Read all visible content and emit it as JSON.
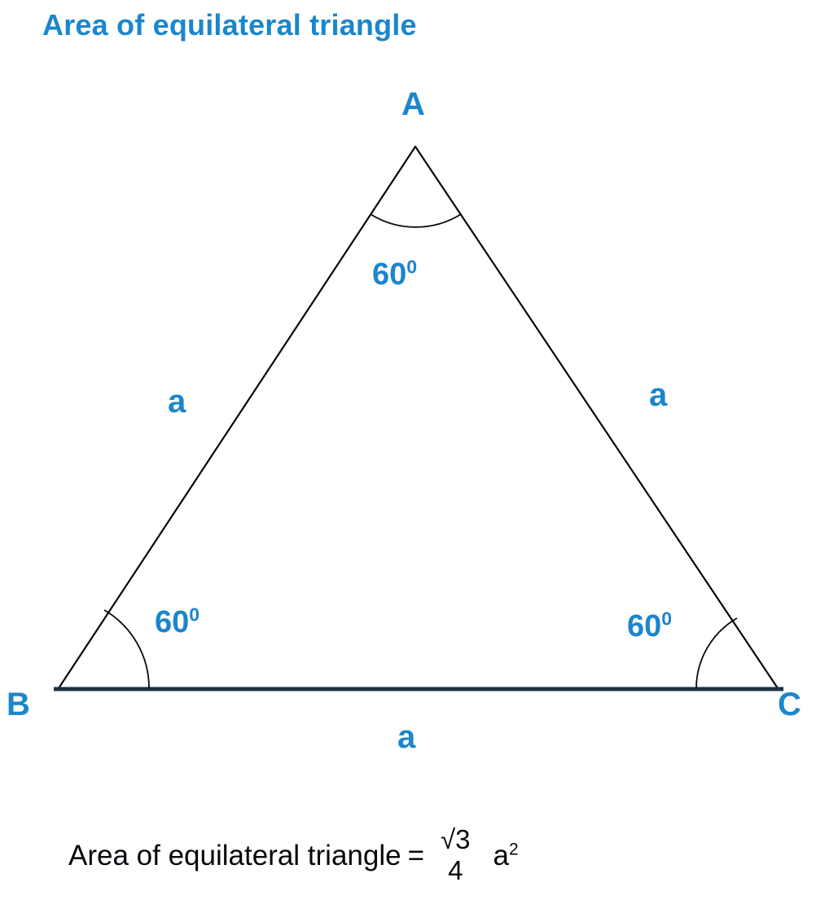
{
  "title": "Area of equilateral triangle",
  "colors": {
    "accent_blue": "#1b86cb",
    "line_dark": "#1d3040",
    "edge_black": "#05090d",
    "background": "#ffffff"
  },
  "vertices": {
    "apex": "A",
    "bottom_left": "B",
    "bottom_right": "C"
  },
  "sides": {
    "left": "a",
    "right": "a",
    "bottom": "a"
  },
  "angles": {
    "at_a": {
      "value": "60",
      "unit": "0"
    },
    "at_b": {
      "value": "60",
      "unit": "0"
    },
    "at_c": {
      "value": "60",
      "unit": "0"
    }
  },
  "formula": {
    "text": "Area of equilateral triangle",
    "equals": "=",
    "numerator": "√3",
    "denominator": "4",
    "variable": "a",
    "exponent": "2"
  },
  "chart_data": {
    "type": "diagram",
    "shape": "equilateral triangle",
    "title": "Area of equilateral triangle",
    "vertex_labels": [
      "A",
      "B",
      "C"
    ],
    "vertex_points": [
      [
        510,
        180
      ],
      [
        72,
        845
      ],
      [
        955,
        845
      ]
    ],
    "side_labels": [
      "a",
      "a",
      "a"
    ],
    "angle_values": [
      60,
      60,
      60
    ],
    "angle_unit": "degrees",
    "formula": "Area of equilateral triangle = (√3/4) a²"
  }
}
